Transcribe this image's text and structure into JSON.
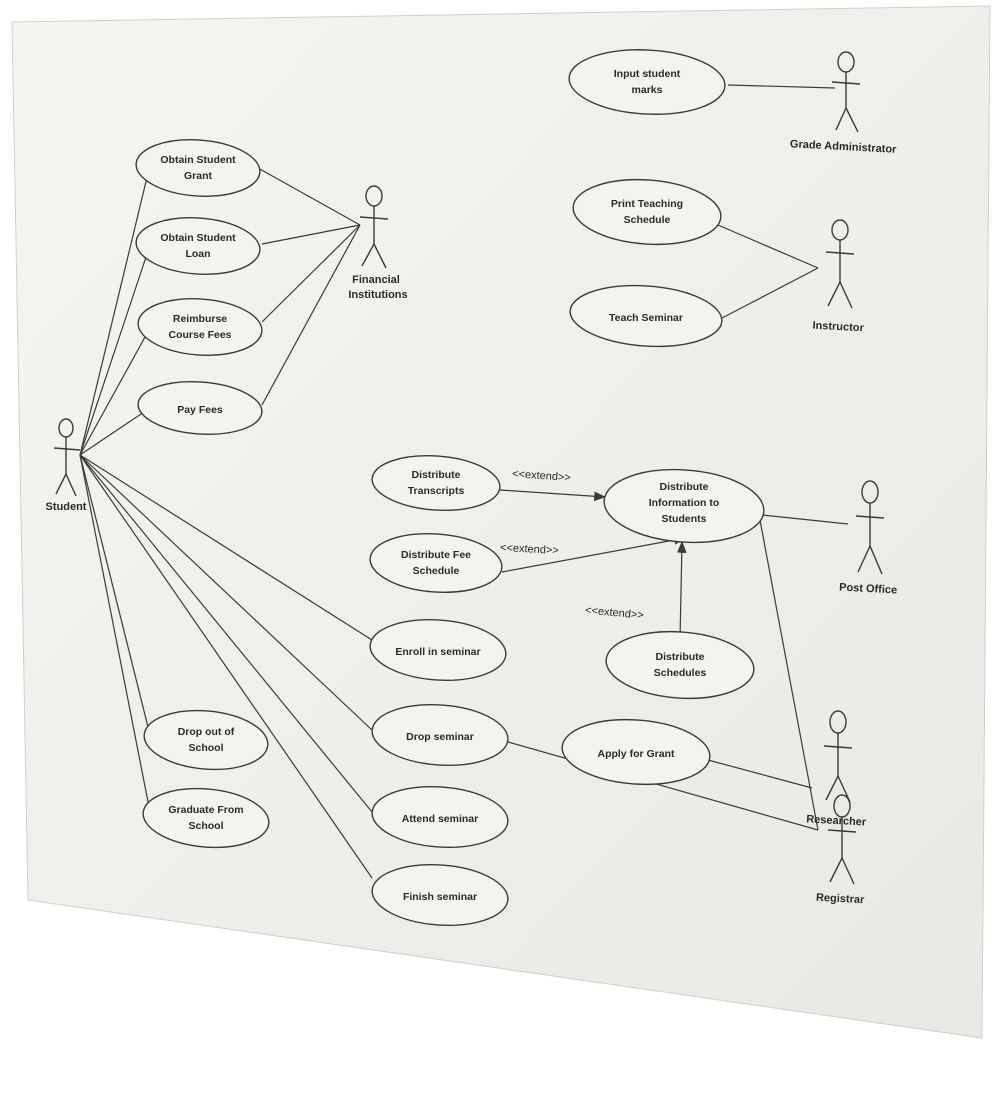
{
  "colors": {
    "board": "#f1f0ec",
    "ink": "#3a3a3a",
    "ellipse_fill": "#f4f3ef"
  },
  "actors": {
    "student": "Student",
    "financial": [
      "Financial",
      "Institutions"
    ],
    "grade_admin": "Grade Administrator",
    "instructor": "Instructor",
    "post_office": "Post Office",
    "registrar": "Registrar",
    "researcher": "Researcher"
  },
  "use_cases": {
    "input_marks": [
      "Input student",
      "marks"
    ],
    "obtain_grant": [
      "Obtain Student",
      "Grant"
    ],
    "obtain_loan": [
      "Obtain Student",
      "Loan"
    ],
    "reimburse": [
      "Reimburse",
      "Course Fees"
    ],
    "pay_fees": [
      "Pay Fees"
    ],
    "print_schedule": [
      "Print Teaching",
      "Schedule"
    ],
    "teach_seminar": [
      "Teach Seminar"
    ],
    "dist_transcripts": [
      "Distribute",
      "Transcripts"
    ],
    "dist_info": [
      "Distribute",
      "Information to",
      "Students"
    ],
    "dist_fee": [
      "Distribute Fee",
      "Schedule"
    ],
    "enroll": [
      "Enroll in seminar"
    ],
    "dist_schedules": [
      "Distribute",
      "Schedules"
    ],
    "drop_seminar": [
      "Drop seminar"
    ],
    "drop_out": [
      "Drop out of",
      "School"
    ],
    "graduate": [
      "Graduate From",
      "School"
    ],
    "attend": [
      "Attend seminar"
    ],
    "finish": [
      "Finish seminar"
    ],
    "apply_grant": [
      "Apply for Grant"
    ]
  },
  "stereotypes": {
    "extend_transcripts": "<<extend>>",
    "extend_fee": "<<extend>>",
    "extend_schedules": "<<extend>>"
  }
}
